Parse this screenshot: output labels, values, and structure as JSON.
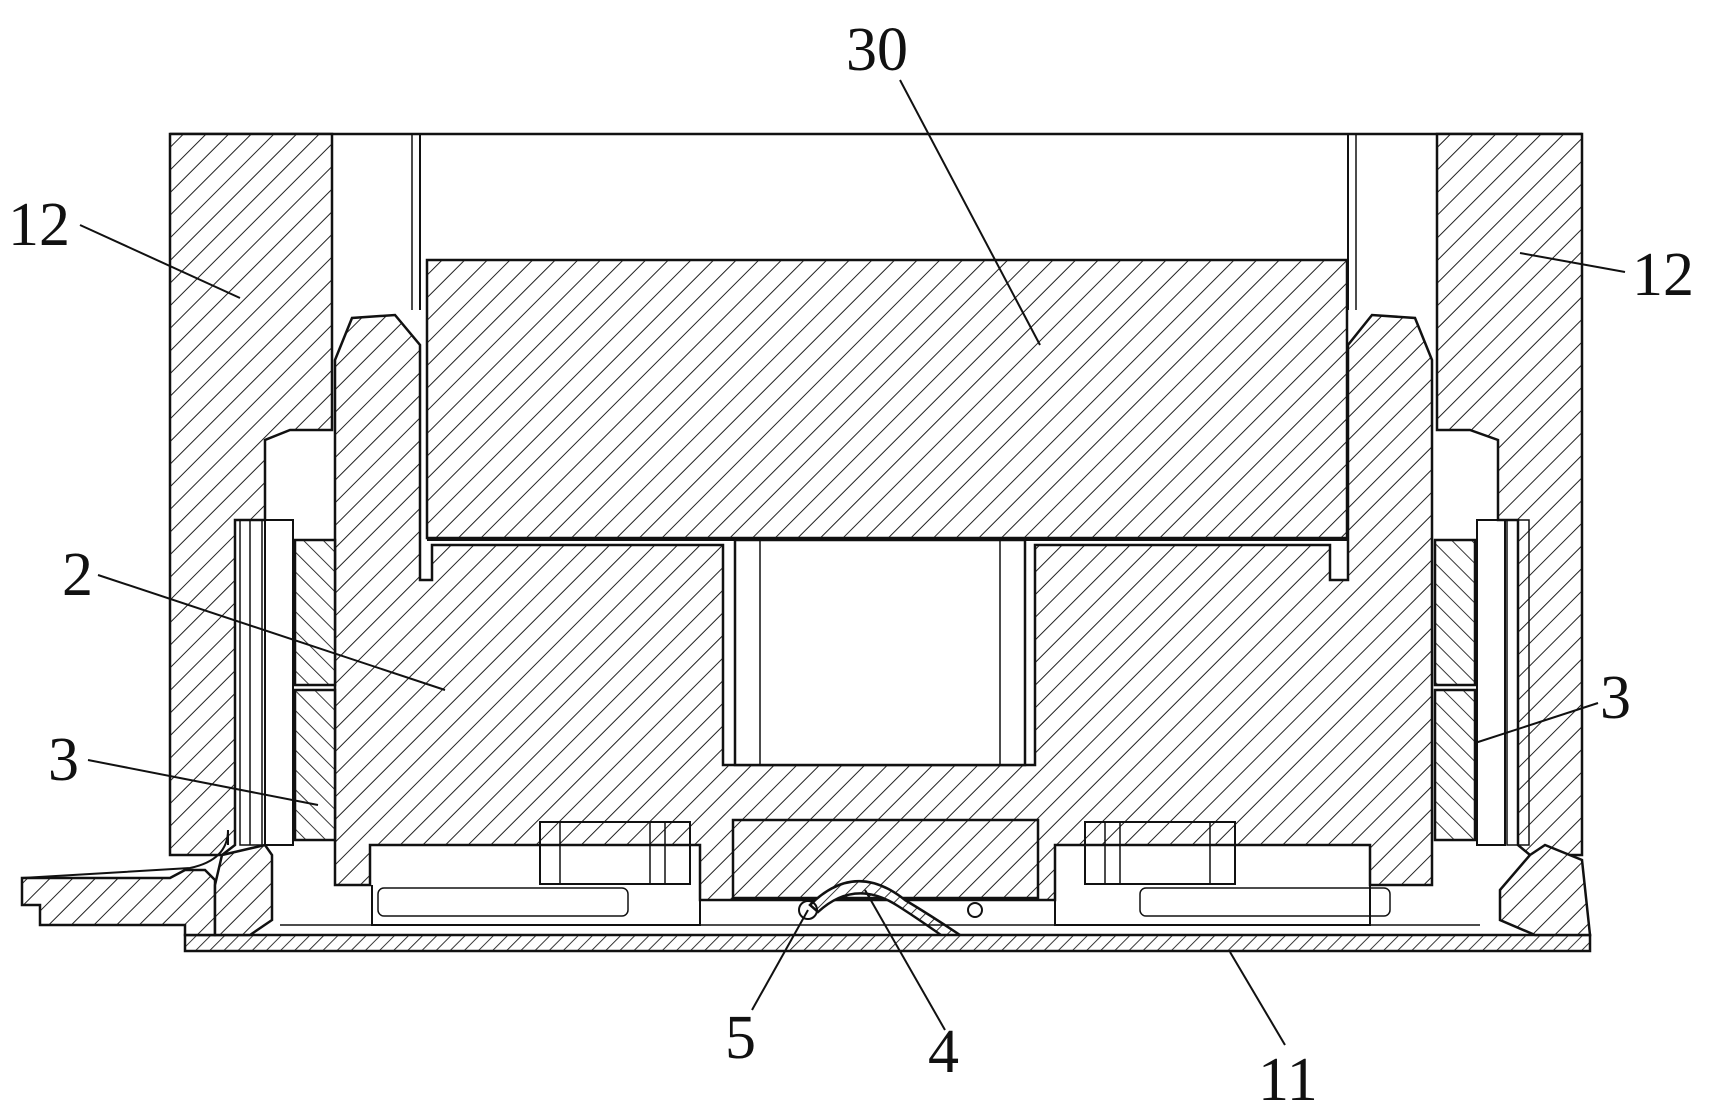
{
  "labels": {
    "top_block": "30",
    "housing_left": "12",
    "housing_right": "12",
    "body": "2",
    "coil_left": "3",
    "coil_right": "3",
    "part_5": "5",
    "part_4": "4",
    "base_plate": "11"
  }
}
